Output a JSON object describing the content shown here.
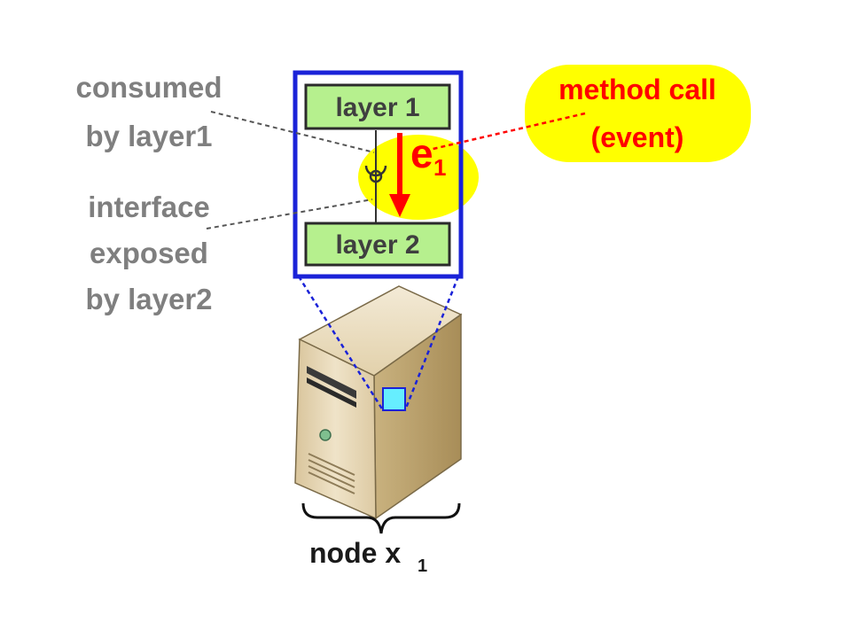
{
  "diagram": {
    "layer1_label": "layer 1",
    "layer2_label": "layer 2",
    "event_main": "e",
    "event_sub": "1",
    "note_consumed": {
      "line1": "consumed",
      "line2": "by layer1"
    },
    "note_interface": {
      "line1": "interface",
      "line2": "exposed",
      "line3": "by layer2"
    },
    "callout": {
      "line1": "method call",
      "line2": "(event)"
    },
    "node_main": "node x",
    "node_sub": "1"
  },
  "colors": {
    "frame_blue": "#1a22d8",
    "layer_green": "#b6f08e",
    "highlight_yellow": "#ffff00",
    "event_red": "#ff0000",
    "label_gray": "#7f7f7f",
    "chip_cyan": "#66eeff",
    "server_beige": "#e6d5b0"
  },
  "icons": {
    "server": "server-tower-icon",
    "connector": "socket-connector-icon",
    "arrow": "down-arrow-icon"
  }
}
